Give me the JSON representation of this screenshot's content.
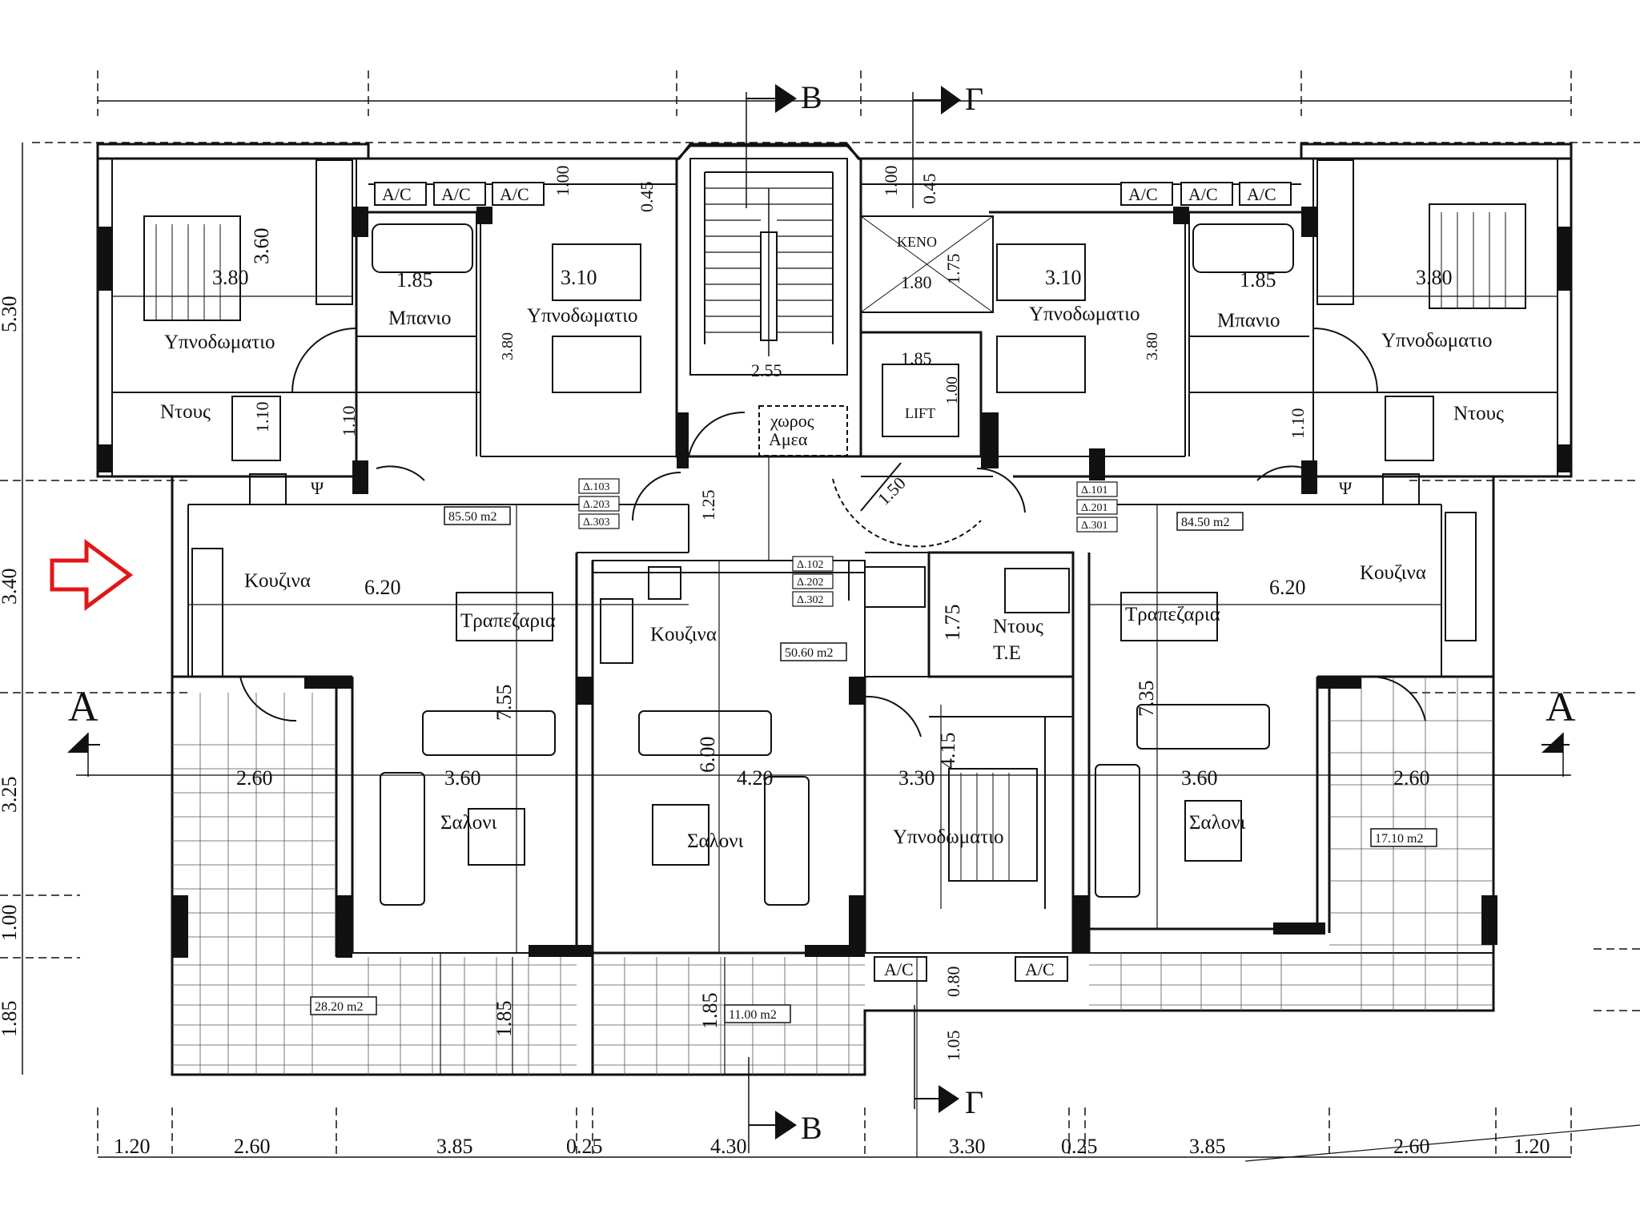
{
  "plan": {
    "section_marks": {
      "A": "A",
      "B": "B",
      "G": "Γ"
    },
    "rooms": {
      "bedroom": "Υπνοδωματιο",
      "bathroom": "Μπανιο",
      "shower": "Ντους",
      "kitchen": "Κουζινα",
      "dining": "Τραπεζαρια",
      "living": "Σαλονι",
      "void": "ΚΕΝΟ",
      "lift": "LIFT",
      "disabled_space_line1": "χωρος",
      "disabled_space_line2": "Αμεα",
      "wc_shower": "Ντους",
      "wc_label": "Τ.Ε"
    },
    "ac_label": "A/C",
    "laundry_symbol": "Ψ",
    "areas": {
      "left_flat": "85.50 m2",
      "right_flat": "84.50 m2",
      "middle_flat": "50.60 m2",
      "left_veranda": "28.20 m2",
      "middle_veranda": "11.00 m2",
      "right_veranda": "17.10 m2"
    },
    "flat_codes_left": [
      "Δ.103",
      "Δ.203",
      "Δ.303"
    ],
    "flat_codes_middle": [
      "Δ.102",
      "Δ.202",
      "Δ.302"
    ],
    "flat_codes_right": [
      "Δ.101",
      "Δ.201",
      "Δ.301"
    ],
    "dims_bottom": [
      "1.20",
      "2.60",
      "3.85",
      "0.25",
      "4.30",
      "3.30",
      "0.25",
      "3.85",
      "2.60",
      "1.20"
    ],
    "dims_left": [
      "5.30",
      "3.40",
      "3.25",
      "1.00",
      "1.85"
    ],
    "dims_inner": {
      "bed_left_w": "3.80",
      "bed_left_h": "3.60",
      "bath_w": "1.85",
      "bed2_w": "3.10",
      "bed2_h": "3.80",
      "shower_h": "1.10",
      "stair_w": "2.55",
      "void_w": "1.80",
      "void_h": "1.75",
      "lift_w": "1.85",
      "lift_h": "1.00",
      "door_r": "1.50",
      "corr_h": "1.25",
      "top_100": "1.00",
      "top_045": "0.45",
      "kitchen_w": "6.20",
      "liv_h": "7.55",
      "liv_w": "3.60",
      "ver_w": "2.60",
      "mid_liv_w": "4.20",
      "mid_liv_h": "6.00",
      "mid_bed_w": "3.30",
      "mid_bed_h": "4.15",
      "wc_h": "1.75",
      "ver_h": "1.85",
      "ac_h": "0.80",
      "ac_h2": "1.05",
      "liv_h_r": "7.35",
      "bed_r_h": "3.80"
    }
  }
}
